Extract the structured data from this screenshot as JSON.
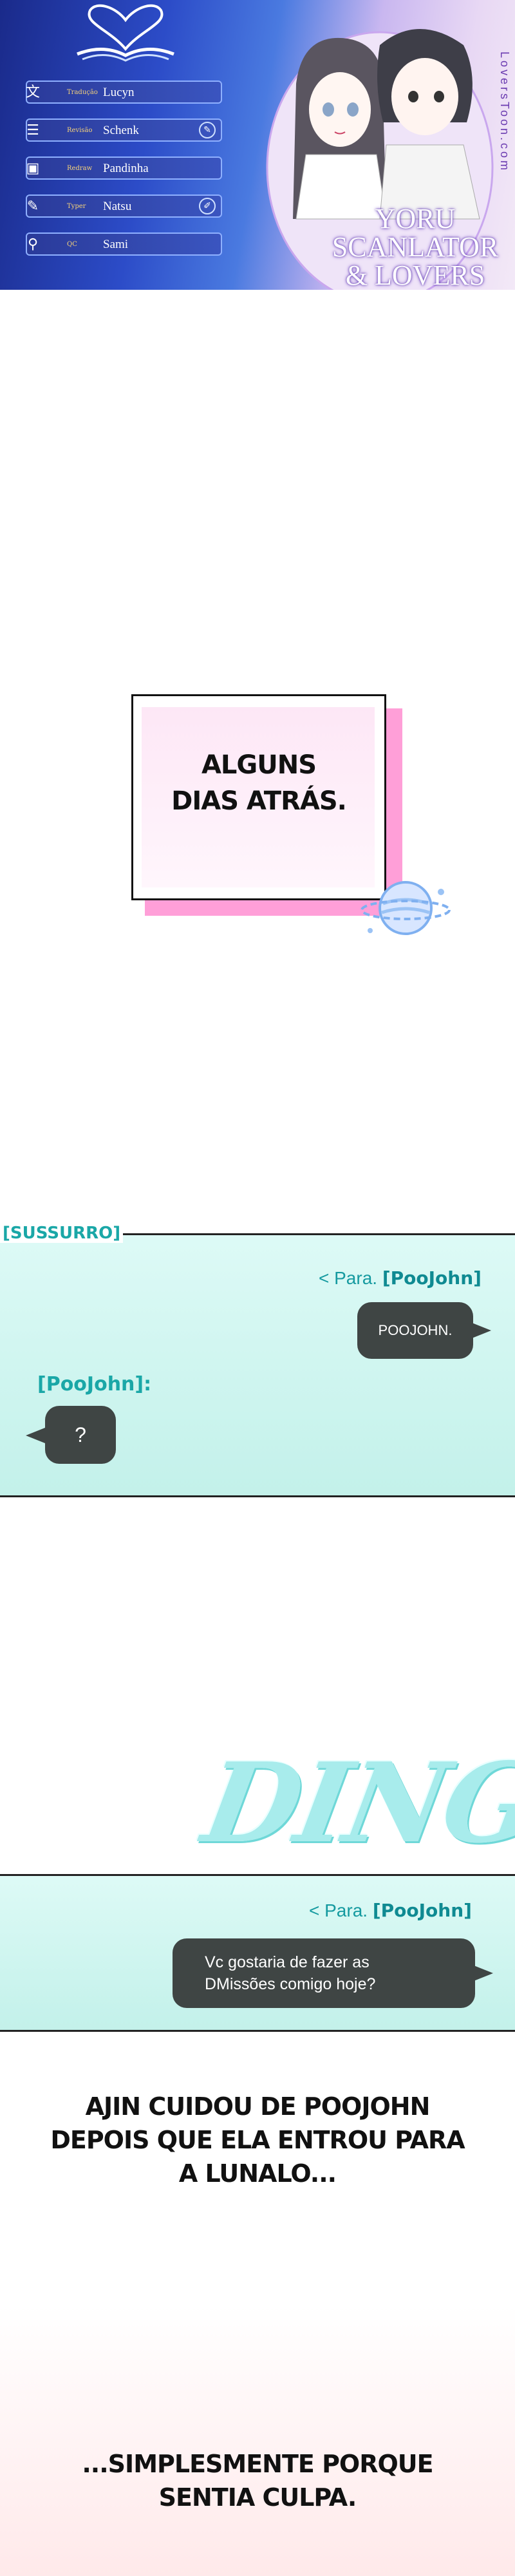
{
  "banner": {
    "credits": [
      {
        "role": "Tradução",
        "name": "Lucyn",
        "icon": "translate-icon"
      },
      {
        "role": "Revisão",
        "name": "Schenk",
        "icon": "review-icon"
      },
      {
        "role": "Redraw",
        "name": "Pandinha",
        "icon": "redraw-icon"
      },
      {
        "role": "Typer",
        "name": "Natsu",
        "icon": "pen-icon"
      },
      {
        "role": "QC",
        "name": "Sami",
        "icon": "search-icon"
      }
    ],
    "group_title": "YORU SCANLATOR & LOVERS TOON",
    "site_vertical": "LoversToon.com"
  },
  "caption": {
    "line1": "ALGUNS",
    "line2": "DIAS ATRÁS."
  },
  "whisper_panel": {
    "label": "[SUSSURRO]",
    "to_prefix": "< Para.",
    "to_name": "[PooJohn]",
    "outgoing": "POOJOHN.",
    "sender": "[PooJohn]:",
    "incoming": "?"
  },
  "sfx": "DING",
  "message_panel": {
    "to_prefix": "< Para.",
    "to_name": "[PooJohn]",
    "outgoing_line1": "Vc gostaria de fazer as",
    "outgoing_line2": "DMissões comigo hoje?"
  },
  "narration1": {
    "line1": "AJIN CUIDOU DE POOJOHN",
    "line2": "DEPOIS QUE ELA ENTROU PARA",
    "line3": "A LUNALO..."
  },
  "narration2": {
    "line1": "...SIMPLESMENTE PORQUE",
    "line2": "SENTIA CULPA."
  },
  "colors": {
    "banner_dark": "#1a2a8a",
    "caption_pink": "#ff9fd8",
    "panel_teal": "#c3f1ea",
    "bubble": "#3f4544",
    "label_teal": "#1aa7a7"
  }
}
